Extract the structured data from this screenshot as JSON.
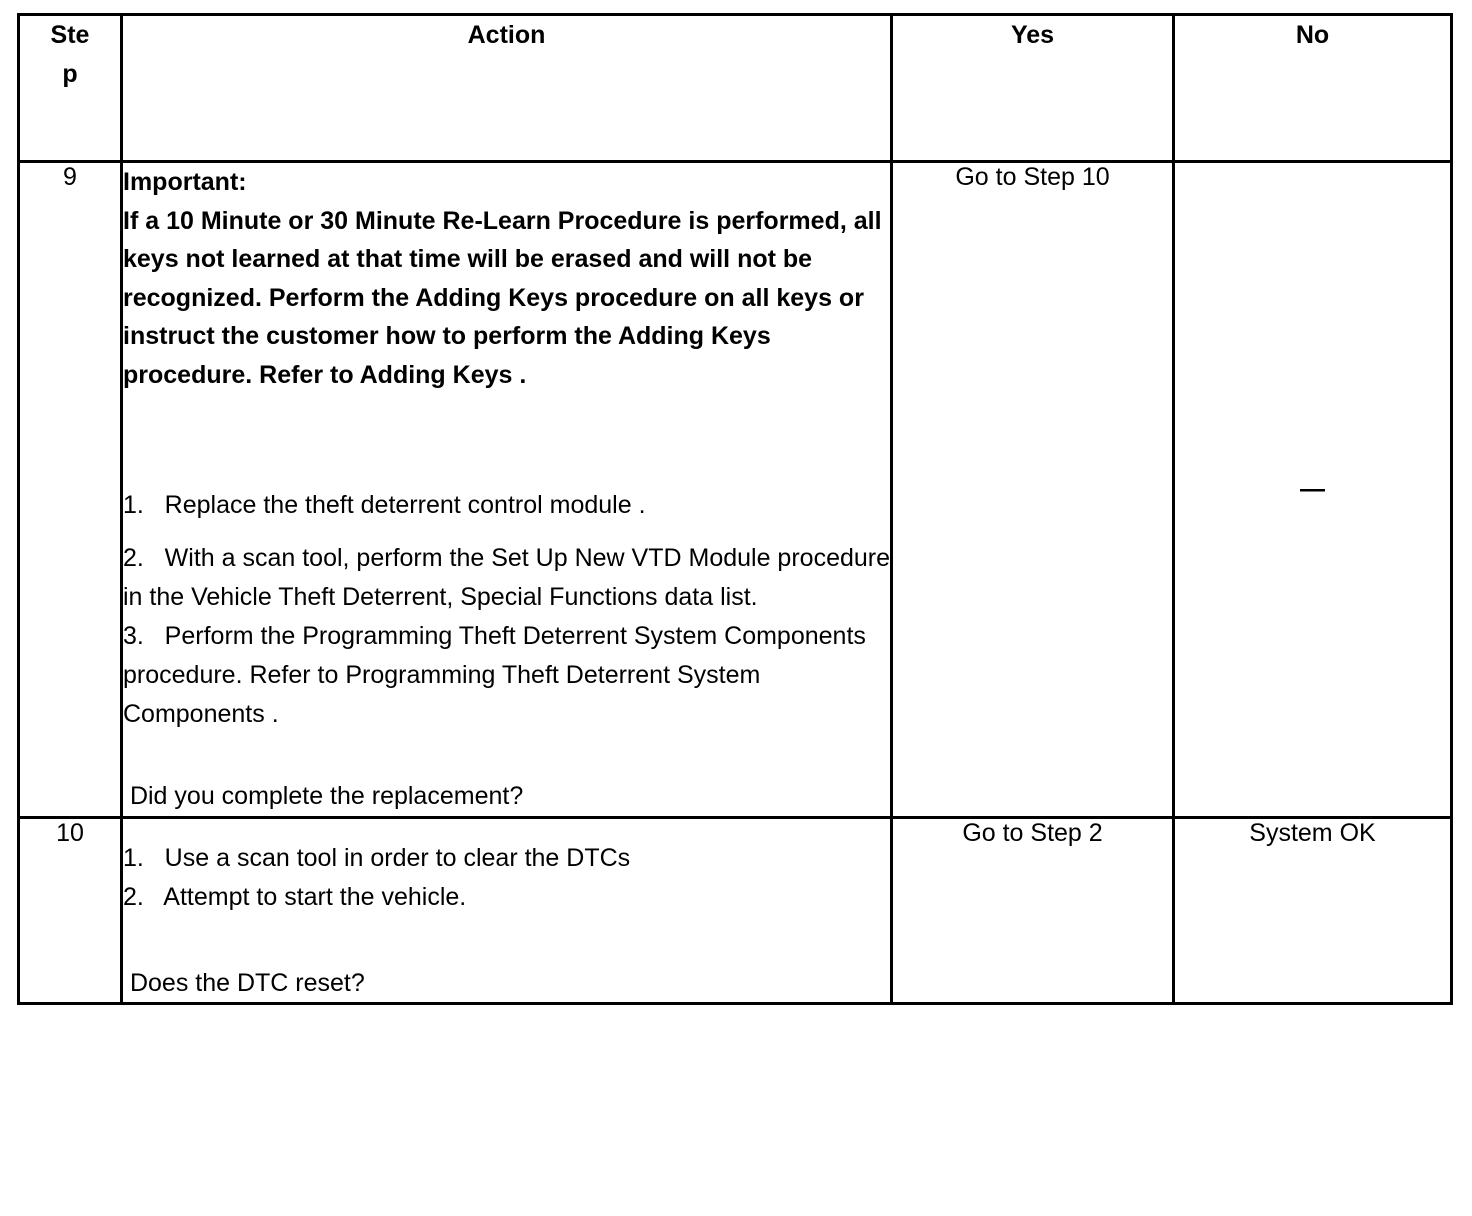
{
  "table": {
    "headers": {
      "step": "Step",
      "action": "Action",
      "yes": "Yes",
      "no": "No"
    },
    "rows": [
      {
        "step": "9",
        "important": {
          "label": "Important:",
          "body": "If a 10 Minute or 30 Minute Re-Learn Procedure is performed, all keys not learned at that time will be erased and will not be recognized. Perform the Adding Keys procedure on all keys or instruct the customer how to perform the Adding Keys procedure. Refer to Adding Keys ."
        },
        "items": [
          "1.   Replace the theft deterrent control module .",
          "2.   With a scan tool, perform the Set Up New VTD Module procedure in the Vehicle Theft Deterrent, Special Functions data list.",
          "3.   Perform the Programming Theft Deterrent System Components procedure. Refer to Programming Theft Deterrent System Components ."
        ],
        "question": " Did you complete the replacement?",
        "yes": "Go to Step 10",
        "no": "—"
      },
      {
        "step": "10",
        "items": [
          "1.   Use a scan tool in order to clear the DTCs",
          "2.   Attempt to start the vehicle."
        ],
        "question": " Does the DTC reset?",
        "yes": "Go to Step 2",
        "no": "System OK"
      }
    ]
  }
}
